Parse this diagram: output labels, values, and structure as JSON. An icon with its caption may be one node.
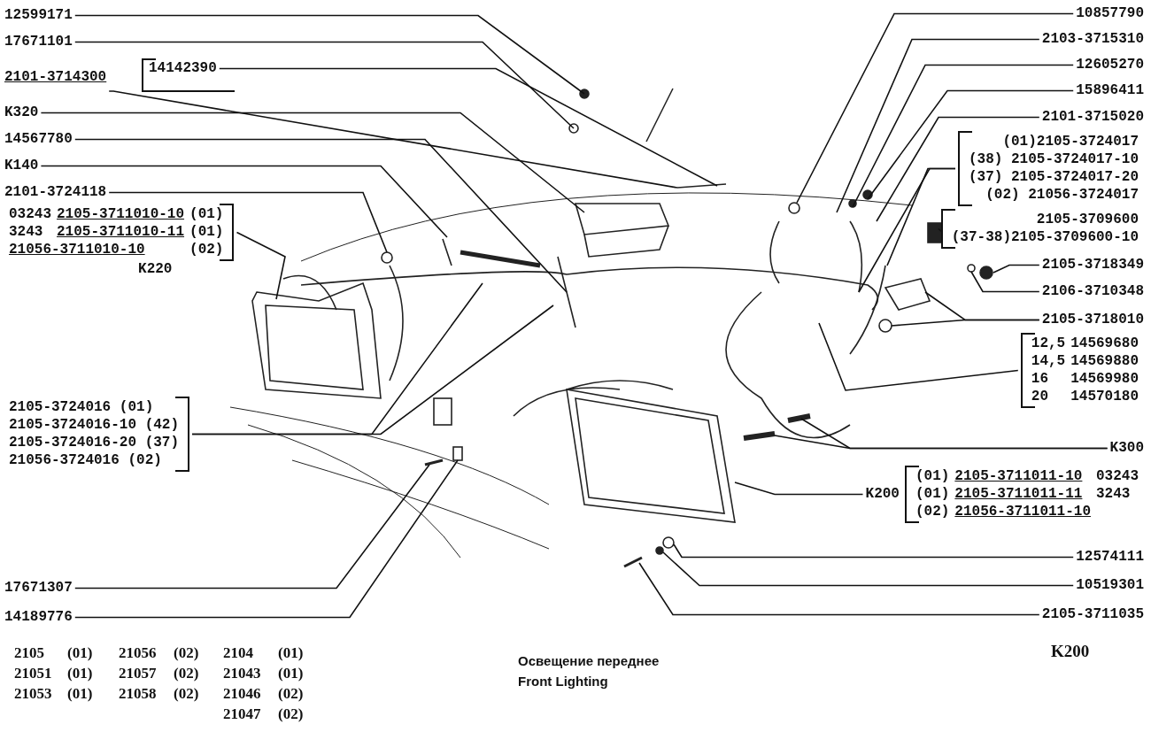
{
  "diagram": {
    "title": "Освещение переднее",
    "caption": "Front Lighting",
    "nodes": [
      {
        "text": [
          "12599171"
        ]
      },
      {
        "text": [
          "17671101"
        ]
      },
      {
        "text": [
          "2101-3714300"
        ]
      },
      {
        "text": [
          "14142390"
        ]
      },
      {
        "text": [
          "K320"
        ]
      },
      {
        "text": [
          "14567780"
        ]
      },
      {
        "text": [
          "K140"
        ]
      },
      {
        "text": [
          "2101-3724118"
        ]
      },
      {
        "text": [
          "03243",
          "2105-3711010-10",
          "(01)",
          "3243",
          "2105-3711010-11",
          "(01)",
          "21056-3711010-10",
          "(02)"
        ],
        "beside": [
          "K220"
        ]
      },
      {
        "text": [
          "2105-3724016 (01)",
          "2105-3724016-10 (42)",
          "2105-3724016-20 (37)",
          "21056-3724016 (02)"
        ]
      },
      {
        "text": [
          "17671307"
        ]
      },
      {
        "text": [
          "14189776"
        ]
      },
      {
        "text": [
          "10857790"
        ]
      },
      {
        "text": [
          "2103-3715310"
        ]
      },
      {
        "text": [
          "12605270"
        ]
      },
      {
        "text": [
          "15896411"
        ]
      },
      {
        "text": [
          "2101-3715020"
        ]
      },
      {
        "text": [
          "(01)2105-3724017",
          "(38) 2105-3724017-10",
          "(37) 2105-3724017-20",
          "(02) 21056-3724017"
        ]
      },
      {
        "text": [
          "2105-3709600",
          "(37-38)2105-3709600-10"
        ]
      },
      {
        "text": [
          "2105-3718349"
        ]
      },
      {
        "text": [
          "2106-3710348"
        ]
      },
      {
        "text": [
          "2105-3718010"
        ]
      },
      {
        "text": [
          "12,5",
          "14569680",
          "14,5",
          "14569880",
          "16",
          "14569980",
          "20",
          "14570180"
        ]
      },
      {
        "text": [
          "K300"
        ]
      },
      {
        "text": [
          "(01)",
          "2105-3711011-10",
          "03243",
          "(01)",
          "2105-3711011-11",
          "3243",
          "(02)",
          "21056-3711011-10"
        ],
        "beside": [
          "K200"
        ]
      },
      {
        "text": [
          "12574111"
        ]
      },
      {
        "text": [
          "10519301"
        ]
      },
      {
        "text": [
          "2105-3711035"
        ]
      }
    ],
    "edges": [
      {
        "from": 0,
        "to": null,
        "arrow": "none"
      },
      {
        "from": 1,
        "to": null,
        "arrow": "none"
      },
      {
        "from": 2,
        "to": null,
        "arrow": "none"
      },
      {
        "from": 3,
        "to": null,
        "arrow": "none"
      },
      {
        "from": 4,
        "to": null,
        "arrow": "none"
      },
      {
        "from": 5,
        "to": null,
        "arrow": "none"
      },
      {
        "from": 6,
        "to": null,
        "arrow": "none"
      },
      {
        "from": 7,
        "to": null,
        "arrow": "none"
      },
      {
        "from": 8,
        "to": null,
        "arrow": "none"
      },
      {
        "from": 9,
        "to": null,
        "arrow": "none"
      },
      {
        "from": 9,
        "to": null,
        "arrow": "none"
      },
      {
        "from": 10,
        "to": null,
        "arrow": "none"
      },
      {
        "from": 11,
        "to": null,
        "arrow": "none"
      },
      {
        "from": 12,
        "to": null,
        "arrow": "none"
      },
      {
        "from": 13,
        "to": null,
        "arrow": "none"
      },
      {
        "from": 14,
        "to": null,
        "arrow": "none"
      },
      {
        "from": 15,
        "to": null,
        "arrow": "none"
      },
      {
        "from": 16,
        "to": null,
        "arrow": "none"
      },
      {
        "from": 17,
        "to": null,
        "arrow": "none"
      },
      {
        "from": 17,
        "to": null,
        "arrow": "none"
      },
      {
        "from": 18,
        "to": null,
        "arrow": "none"
      },
      {
        "from": 19,
        "to": null,
        "arrow": "none"
      },
      {
        "from": 20,
        "to": null,
        "arrow": "none"
      },
      {
        "from": 21,
        "to": null,
        "arrow": "none"
      },
      {
        "from": 21,
        "to": null,
        "arrow": "none"
      },
      {
        "from": 22,
        "to": null,
        "arrow": "none"
      },
      {
        "from": 23,
        "to": null,
        "arrow": "none"
      },
      {
        "from": 23,
        "to": null,
        "arrow": "none"
      },
      {
        "from": 24,
        "to": null,
        "arrow": "none"
      },
      {
        "from": 25,
        "to": null,
        "arrow": "none"
      },
      {
        "from": 26,
        "to": null,
        "arrow": "none"
      },
      {
        "from": 27,
        "to": null,
        "arrow": "none"
      }
    ],
    "labels": [
      "2105",
      "(01)",
      "21056",
      "(02)",
      "2104",
      "(01)",
      "21051",
      "(01)",
      "21057",
      "(02)",
      "21043",
      "(01)",
      "21053",
      "(01)",
      "21058",
      "(02)",
      "21046",
      "(02)",
      "21047",
      "(02)",
      "K200"
    ]
  }
}
